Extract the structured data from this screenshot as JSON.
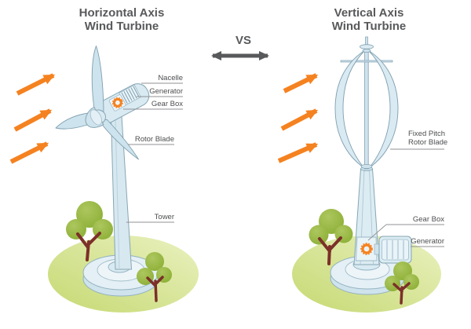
{
  "comparison": {
    "vs": "VS"
  },
  "hawt": {
    "title_line1": "Horizontal Axis",
    "title_line2": "Wind Turbine",
    "labels": {
      "nacelle": "Nacelle",
      "generator": "Generator",
      "gear_box": "Gear Box",
      "rotor_blade": "Rotor Blade",
      "tower": "Tower"
    }
  },
  "vawt": {
    "title_line1": "Vertical Axis",
    "title_line2": "Wind Turbine",
    "labels": {
      "fixed_pitch_line1": "Fixed Pitch",
      "fixed_pitch_line2": "Rotor Blade",
      "gear_box": "Gear Box",
      "generator": "Generator"
    }
  },
  "icons": {
    "wind_arrow": "diagonal-orange-wind-arrow",
    "vs_arrow": "gray-double-headed-arrow",
    "gear": "orange-gear-ring"
  },
  "colors": {
    "accent_orange": "#F58220",
    "text_dark_gray": "#58595B",
    "label_gray": "#4D4E50",
    "turbine_fill": "#D9EAF2",
    "turbine_outline": "#86A6B3",
    "tree_green": "#93B53D",
    "trunk_brown": "#7C3029",
    "ground_light": "#EAF1C0",
    "ground_dark": "#C5D972",
    "leader_line": "#909295"
  }
}
